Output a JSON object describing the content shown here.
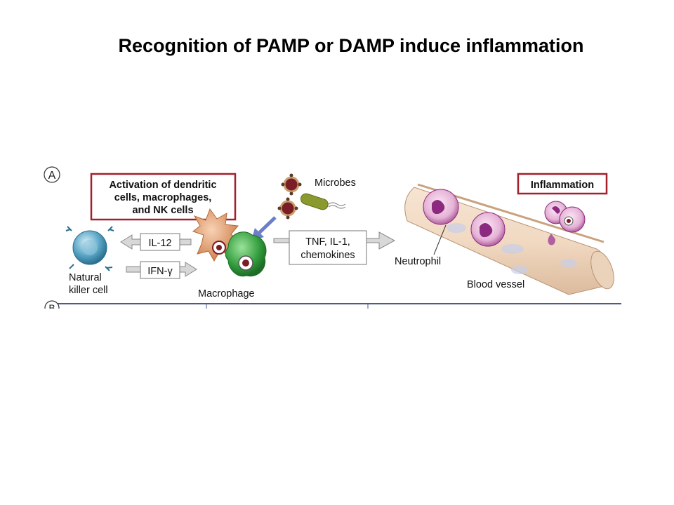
{
  "slide": {
    "title": "Recognition of PAMP or DAMP induce inflammation"
  },
  "figure": {
    "panel_label": "A",
    "next_panel_label": "B",
    "activation_box": [
      "Activation of dendritic",
      "cells, macrophages,",
      "and NK cells"
    ],
    "microbes_label": "Microbes",
    "il12_label": "IL-12",
    "ifn_label": "IFN-γ",
    "cytokines_box": [
      "TNF, IL-1,",
      "chemokines"
    ],
    "inflammation_label": "Inflammation",
    "nk_cell_label": [
      "Natural",
      "killer cell"
    ],
    "macrophage_label": "Macrophage",
    "neutrophil_label": "Neutrophil",
    "vessel_label": "Blood vessel",
    "colors": {
      "box_border": "#a31f2b",
      "divider": "#4a5a8a",
      "neutrophil": "#8b2a7e",
      "macrophage_green": "#2f9a3a",
      "dendritic_orange": "#d98a55",
      "nk_cell_blue": "#3e8eb0",
      "arrow_blue": "#6b7fc8"
    }
  }
}
